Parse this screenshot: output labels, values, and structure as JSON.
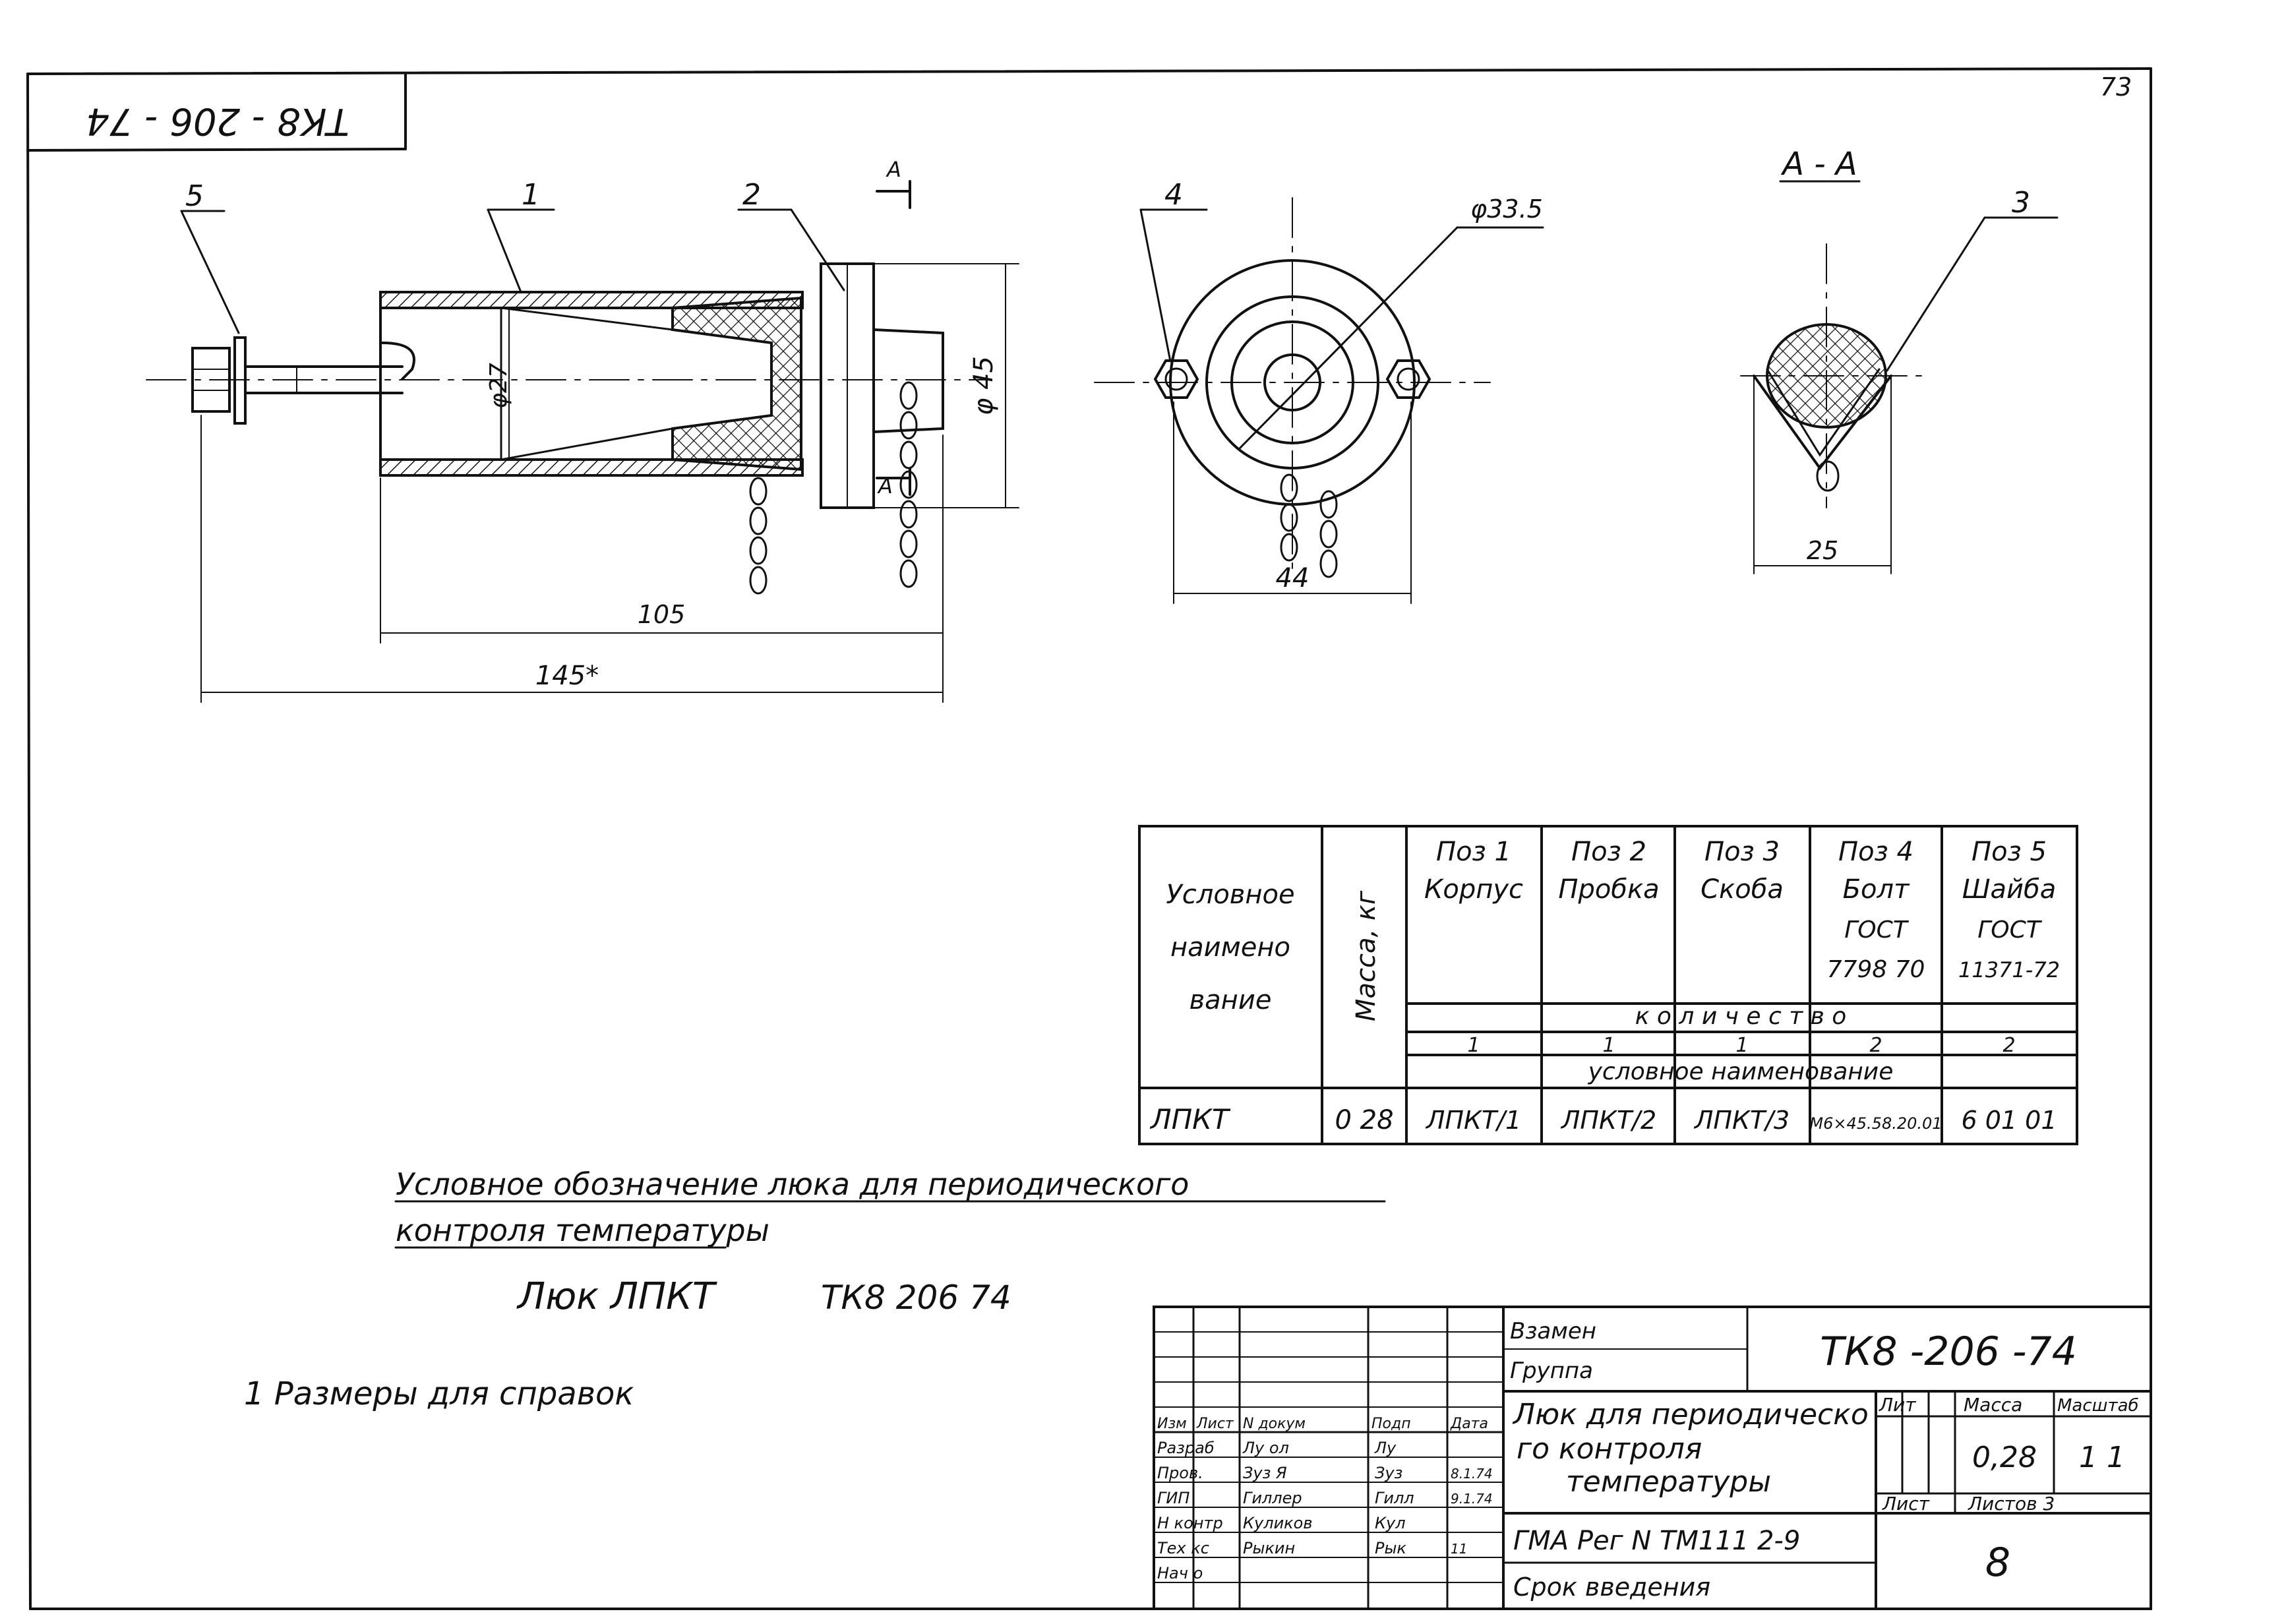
{
  "page_number": "73",
  "stamp_code": "ТК8 - 206 - 74",
  "drawing": {
    "positions": [
      "1",
      "2",
      "3",
      "4",
      "5"
    ],
    "section_mark": "A",
    "section_title": "А - А",
    "dimensions": {
      "d27": "φ27",
      "d45": "φ 45",
      "d335": "φ33.5",
      "l105": "105",
      "l145": "145*",
      "w44": "44",
      "w25": "25"
    }
  },
  "spec_table": {
    "header_name": [
      "Условное",
      "наимено",
      "вание"
    ],
    "header_mass": "Масса, кг",
    "columns": [
      {
        "lines": [
          "Поз 1",
          "Корпус"
        ]
      },
      {
        "lines": [
          "Поз 2",
          "Пробка"
        ]
      },
      {
        "lines": [
          "Поз 3",
          "Скоба"
        ]
      },
      {
        "lines": [
          "Поз 4",
          "Болт",
          "ГОСТ",
          "7798 70"
        ]
      },
      {
        "lines": [
          "Поз 5",
          "Шайба",
          "ГОСТ",
          "11371-72"
        ]
      }
    ],
    "quantity_label": "к о л и ч е с т в о",
    "quantities": [
      "1",
      "1",
      "1",
      "2",
      "2"
    ],
    "designation_label": "условное   наименование",
    "row": {
      "name": "ЛПКТ",
      "mass": "0 28",
      "values": [
        "ЛПКТ/1",
        "ЛПКТ/2",
        "ЛПКТ/3",
        "М6×45.58.20.01",
        "6 01 01"
      ]
    }
  },
  "notes": {
    "designation_line1": "Условное обозначение люка для периодического",
    "designation_line2": "контроля температуры",
    "designation_example_a": "Люк ЛПКТ",
    "designation_example_b": "ТК8 206 74",
    "note1": "1 Размеры для справок"
  },
  "title_block": {
    "code": "ТК8 -206 -74",
    "replaces": "Взамен",
    "group": "Группа",
    "title": [
      "Люк для периодическо",
      "го контроля",
      "температуры"
    ],
    "lit_label": "Лит",
    "mass_label": "Масса",
    "scale_label": "Масштаб",
    "mass": "0,28",
    "scale": "1 1",
    "sheet_label": "Лист",
    "sheets_label": "Листов 3",
    "sheet_number": "8",
    "reg": "ГМА Рег N ТМ111 2-9",
    "intro": "Срок введения",
    "headers": [
      "Изм",
      "Лист",
      "N докум",
      "Подп",
      "Дата"
    ],
    "rows": [
      {
        "role": "Разраб",
        "name": "Лу ол",
        "sign": "Лу",
        "date": ""
      },
      {
        "role": "Пров.",
        "name": "Зуз Я",
        "sign": "Зуз",
        "date": "8.1.74"
      },
      {
        "role": "ГИП",
        "name": "Гиллер",
        "sign": "Гилл",
        "date": "9.1.74"
      },
      {
        "role": "Н контр",
        "name": "Куликов",
        "sign": "Кул",
        "date": ""
      },
      {
        "role": "Тех кс",
        "name": "Рыкин",
        "sign": "Рык",
        "date": "11"
      },
      {
        "role": "Нач о",
        "name": "",
        "sign": "",
        "date": ""
      }
    ]
  }
}
